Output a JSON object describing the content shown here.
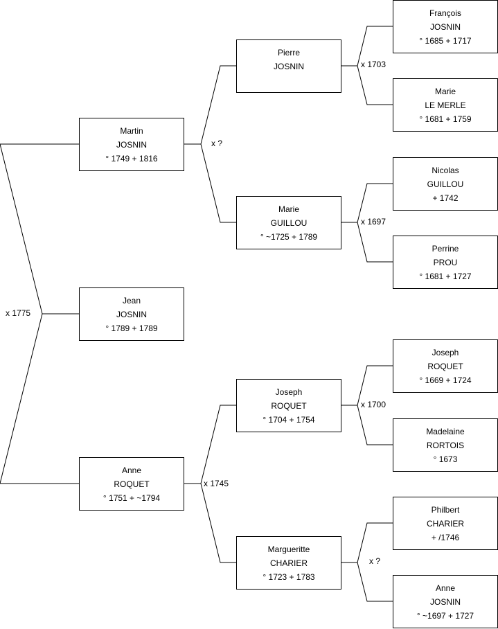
{
  "persons": {
    "jean": {
      "first": "Jean",
      "last": "JOSNIN",
      "dates": "° 1789 + 1789"
    },
    "martin": {
      "first": "Martin",
      "last": "JOSNIN",
      "dates": "° 1749 + 1816"
    },
    "anne_roquet": {
      "first": "Anne",
      "last": "ROQUET",
      "dates": "° 1751 + ~1794"
    },
    "pierre": {
      "first": "Pierre",
      "last": "JOSNIN",
      "dates": ""
    },
    "marie_g": {
      "first": "Marie",
      "last": "GUILLOU",
      "dates": "° ~1725 + 1789"
    },
    "joseph_r": {
      "first": "Joseph",
      "last": "ROQUET",
      "dates": "° 1704 + 1754"
    },
    "marguerite": {
      "first": "Margueritte",
      "last": "CHARIER",
      "dates": "° 1723 + 1783"
    },
    "francois": {
      "first": "François",
      "last": "JOSNIN",
      "dates": "° 1685 + 1717"
    },
    "marie_lm": {
      "first": "Marie",
      "last": "LE MERLE",
      "dates": "° 1681 + 1759"
    },
    "nicolas": {
      "first": "Nicolas",
      "last": "GUILLOU",
      "dates": "+ 1742"
    },
    "perrine": {
      "first": "Perrine",
      "last": "PROU",
      "dates": "° 1681 + 1727"
    },
    "joseph_r2": {
      "first": "Joseph",
      "last": "ROQUET",
      "dates": "° 1669 + 1724"
    },
    "madelaine": {
      "first": "Madelaine",
      "last": "RORTOIS",
      "dates": "° 1673"
    },
    "philbert": {
      "first": "Philbert",
      "last": "CHARIER",
      "dates": "+ /1746"
    },
    "anne_josnin": {
      "first": "Anne",
      "last": "JOSNIN",
      "dates": "° ~1697 + 1727"
    }
  },
  "marriages": {
    "jean_parents": "x 1775",
    "martin_parents": "x ?",
    "anne_parents": "x 1745",
    "pierre_parents": "x 1703",
    "marie_g_parents": "x 1697",
    "joseph_r_parents": "x 1700",
    "marguerite_parents": "x ?"
  },
  "colors": {
    "line": "#000000",
    "box_border": "#000000",
    "background": "#ffffff"
  }
}
